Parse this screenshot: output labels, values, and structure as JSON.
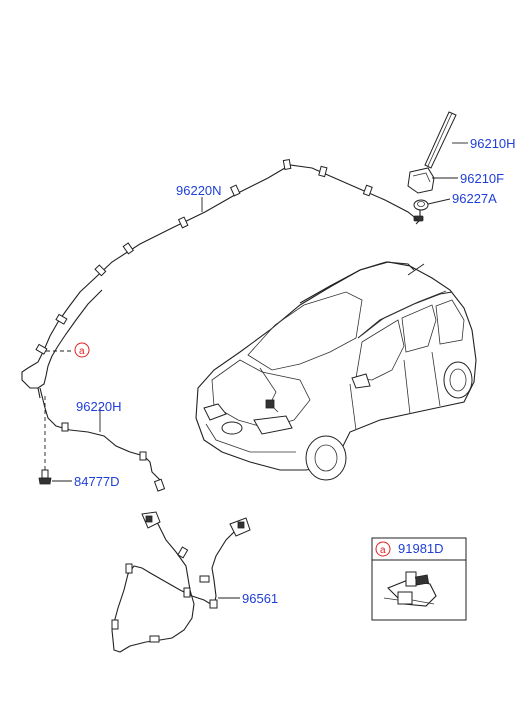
{
  "parts": {
    "antenna_pole": "96210H",
    "antenna_base": "96210F",
    "antenna_nut": "96227A",
    "feeder_cable_upper": "96220N",
    "feeder_cable_lower": "96220H",
    "bolt": "84777D",
    "extension_cable": "96561",
    "clip": "91981D"
  },
  "reference_marker": "a",
  "colors": {
    "label": "#1f3fd6",
    "reference": "#e02020",
    "line": "#222222"
  }
}
